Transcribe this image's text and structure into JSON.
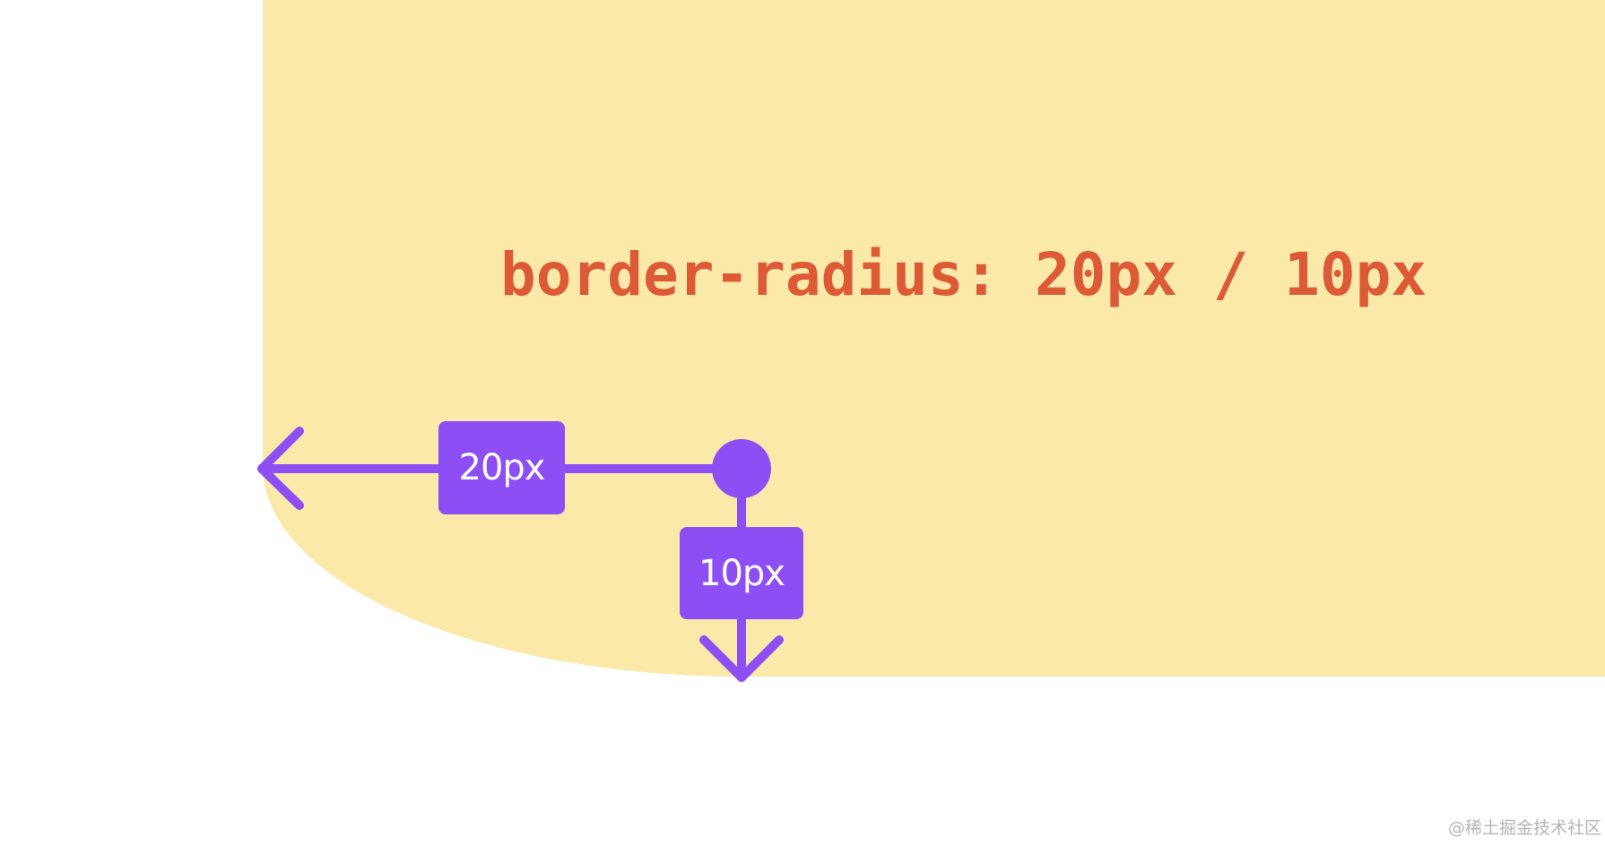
{
  "diagram": {
    "title": "border-radius: 20px / 10px",
    "horizontal_radius_label": "20px",
    "vertical_radius_label": "10px",
    "watermark": "@稀土掘金技术社区"
  },
  "colors": {
    "shape_fill": "#fbe9aa",
    "title_text": "#dc5b36",
    "annotation": "#8d4ff4",
    "label_text": "#ffffff",
    "watermark_text": "#b5b5b5"
  },
  "icons": [
    "arrow-left-icon",
    "arrow-down-icon",
    "center-dot-icon"
  ]
}
